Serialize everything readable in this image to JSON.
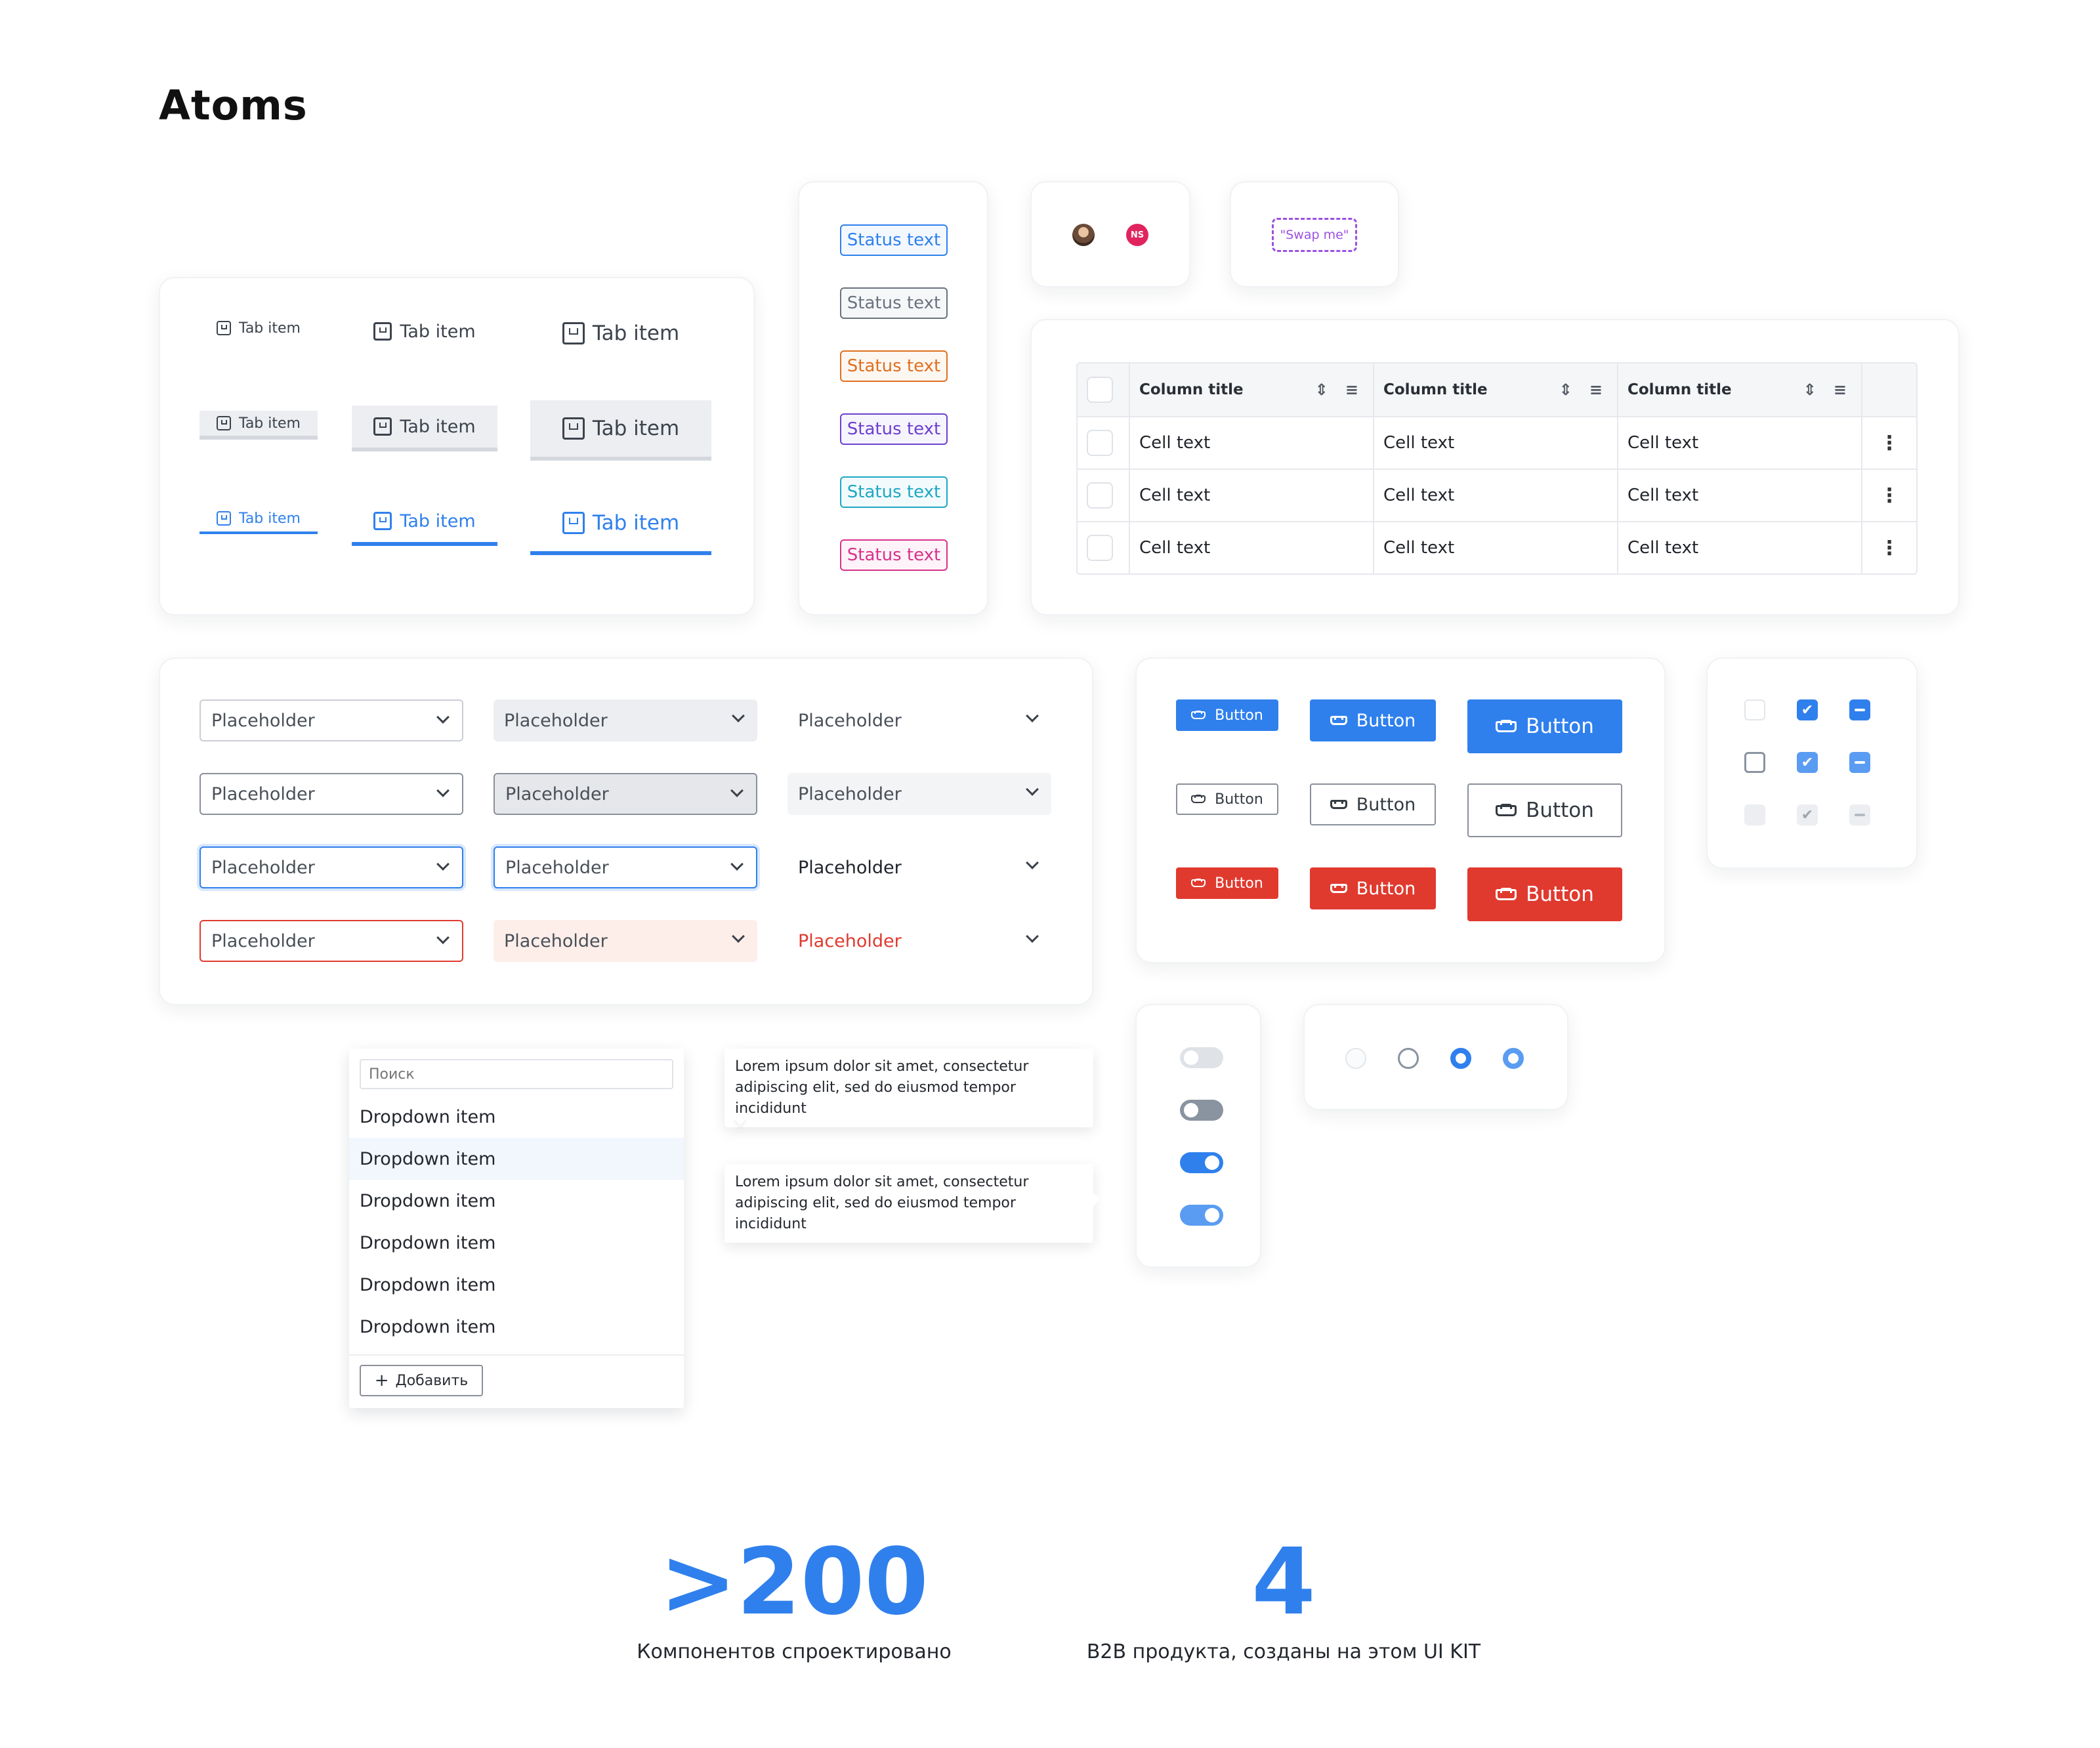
{
  "page_title": "Atoms",
  "tabs": {
    "label": "Tab item"
  },
  "statuses": [
    "Status text",
    "Status text",
    "Status text",
    "Status text",
    "Status text",
    "Status text"
  ],
  "status_colors": [
    "#2f80ed",
    "#6b7280",
    "#e0701f",
    "#6d3fd1",
    "#1ea7c4",
    "#d8328c"
  ],
  "avatar_initials": "NS",
  "swap_label": "\"Swap me\"",
  "table": {
    "columns": [
      "Column title",
      "Column title",
      "Column title"
    ],
    "rows": [
      [
        "Cell text",
        "Cell text",
        "Cell text"
      ],
      [
        "Cell text",
        "Cell text",
        "Cell text"
      ],
      [
        "Cell text",
        "Cell text",
        "Cell text"
      ]
    ]
  },
  "select": {
    "placeholder": "Placeholder"
  },
  "button": {
    "label": "Button"
  },
  "dropdown": {
    "search_placeholder": "Поиск",
    "items": [
      "Dropdown item",
      "Dropdown item",
      "Dropdown item",
      "Dropdown item",
      "Dropdown item",
      "Dropdown item"
    ],
    "add_label": "Добавить"
  },
  "tooltips": [
    "Lorem ipsum dolor sit amet, consectetur adipiscing elit, sed do eiusmod tempor incididunt",
    "Lorem ipsum dolor sit amet, consectetur adipiscing elit, sed do eiusmod tempor incididunt"
  ],
  "stats": [
    {
      "value": ">200",
      "caption": "Компонентов спроектировано"
    },
    {
      "value": "4",
      "caption": "B2B продукта, созданы на этом UI KIT"
    }
  ],
  "colors": {
    "accent": "#2f80ed",
    "danger": "#e03a2f",
    "focus": "#2f80ed"
  }
}
